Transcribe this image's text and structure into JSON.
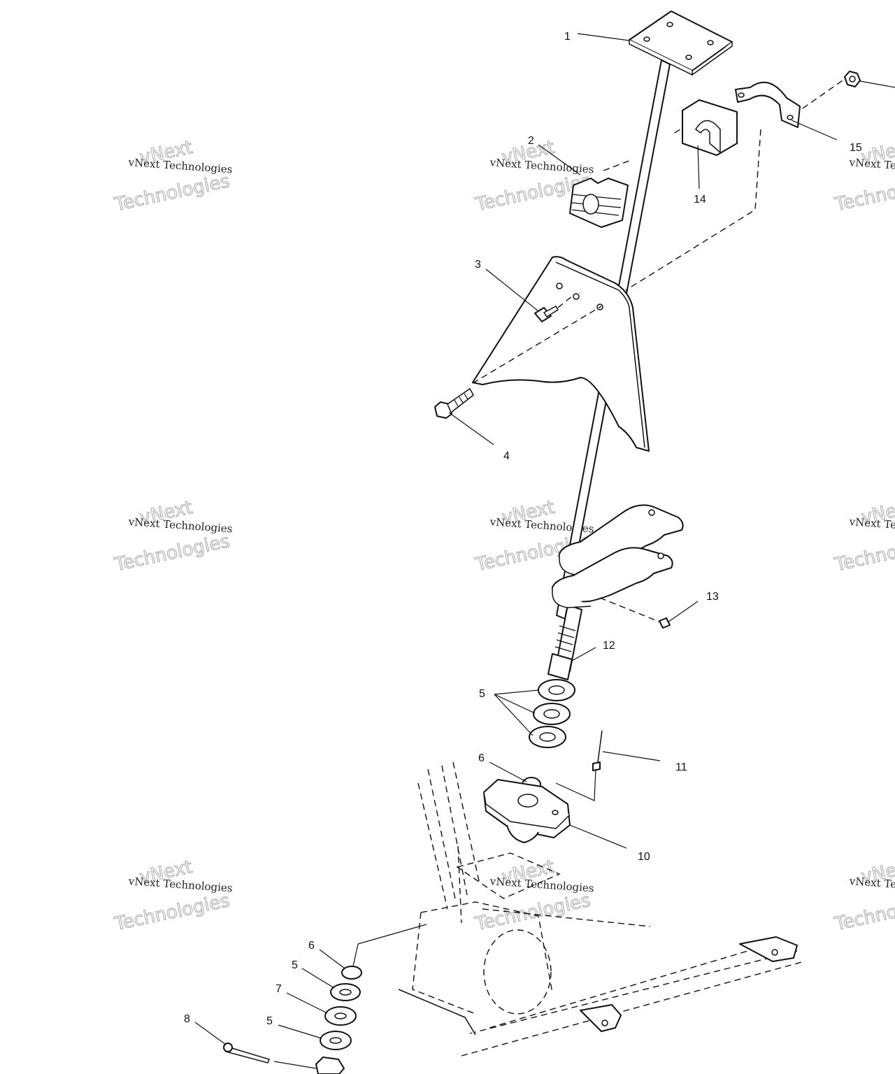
{
  "watermark": {
    "line1": "vNext",
    "line2": "vNext Technologies",
    "line3": "Technologies"
  },
  "callouts": {
    "c1": "1",
    "c2": "2",
    "c3": "3",
    "c4": "4",
    "c5a": "5",
    "c5b": "5",
    "c5c": "5",
    "c6a": "6",
    "c6b": "6",
    "c7": "7",
    "c8": "8",
    "c10": "10",
    "c11": "11",
    "c12": "12",
    "c13": "13",
    "c14": "14",
    "c15": "15"
  },
  "colors": {
    "line": "#111111",
    "watermark": "#aaaaaa",
    "background": "#ffffff"
  }
}
